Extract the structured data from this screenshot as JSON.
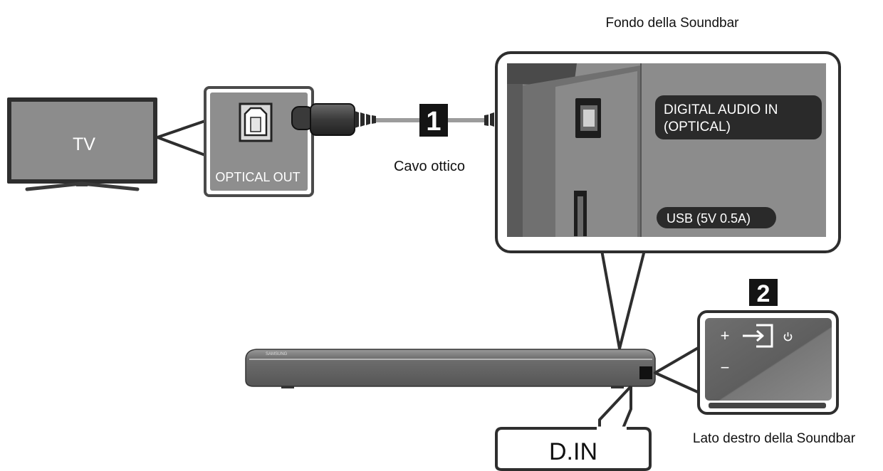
{
  "labels": {
    "bottom_title": "Fondo della Soundbar",
    "tv": "TV",
    "optical_out": "OPTICAL OUT",
    "cable": "Cavo ottico",
    "step1": "1",
    "step2": "2",
    "digital_audio_in_line1": "DIGITAL AUDIO IN",
    "digital_audio_in_line2": "(OPTICAL)",
    "usb": "USB (5V 0.5A)",
    "din": "D.IN",
    "right_side_title": "Lato destro della Soundbar",
    "brand": "SAMSUNG",
    "plus": "+",
    "minus": "−"
  },
  "icons": {
    "input_source": "input-source-icon",
    "power": "power-icon"
  },
  "colors": {
    "panel_gray": "#8a8a8a",
    "dark_gray": "#3a3a3a",
    "badge_black": "#141414"
  }
}
